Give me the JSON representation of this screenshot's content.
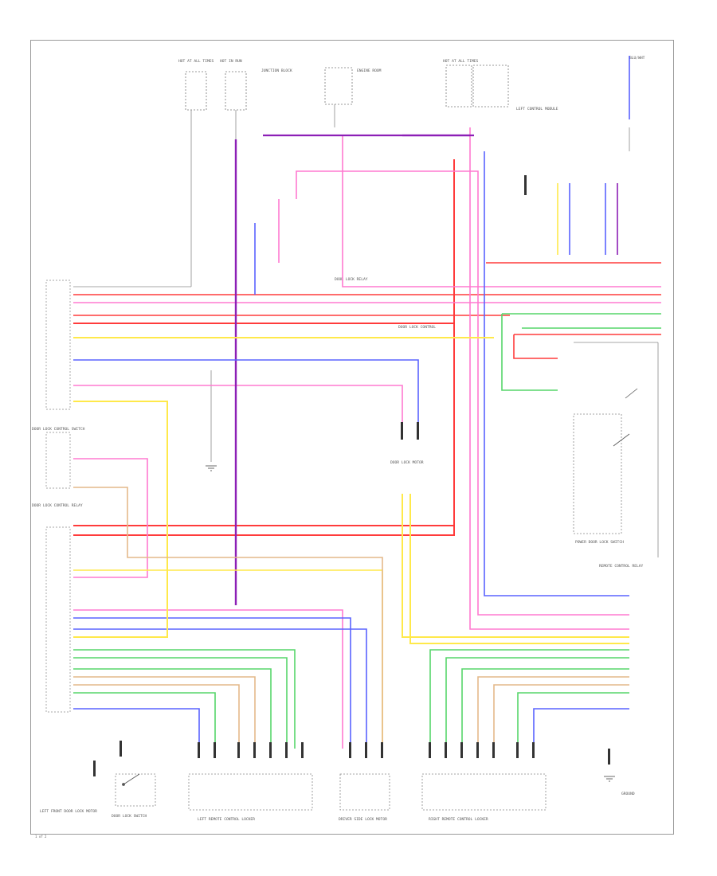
{
  "wire_colors": {
    "red": "#ff3b3b",
    "pink": "#ff7ad0",
    "violet": "#8c1fb6",
    "blue": "#5a63ff",
    "yellow": "#ffe94a",
    "green": "#56d66a",
    "tan": "#e4b98a",
    "black": "#111111",
    "gray": "#8a8a8a"
  },
  "icon_names": [
    "ground-symbol",
    "switch-symbol",
    "connector-pin"
  ],
  "labels": {
    "top_source": "BLU/WHT",
    "left_module": "LEFT REMOTE CONTROL LOCKER",
    "right_module": "RIGHT REMOTE CONTROL LOCKER",
    "center_module": "DRIVER SIDE LOCK MOTOR",
    "bottom_left_switch": "DOOR LOCK SWITCH",
    "bottom_left_module": "LEFT FRONT DOOR LOCK MOTOR",
    "right_switch": "POWER DOOR LOCK SWITCH",
    "right_ground": "GROUND",
    "left_switch_1": "DOOR LOCK CONTROL SWITCH",
    "left_switch_2": "DOOR LOCK CONTROL RELAY",
    "right_relay": "REMOTE CONTROL RELAY",
    "center_motor": "DOOR LOCK MOTOR",
    "top_fuse_1": "HOT AT ALL TIMES",
    "top_fuse_2": "HOT IN RUN",
    "top_fuse_3": "JUNCTION BLOCK",
    "top_fuse_4": "ENGINE ROOM",
    "top_fuse_5": "HOT AT ALL TIMES",
    "top_relay": "LEFT CONTROL MODULE",
    "mid_label_1": "DOOR LOCK RELAY",
    "mid_label_2": "DOOR LOCK CONTROL",
    "page_ref": "1 of 2"
  }
}
